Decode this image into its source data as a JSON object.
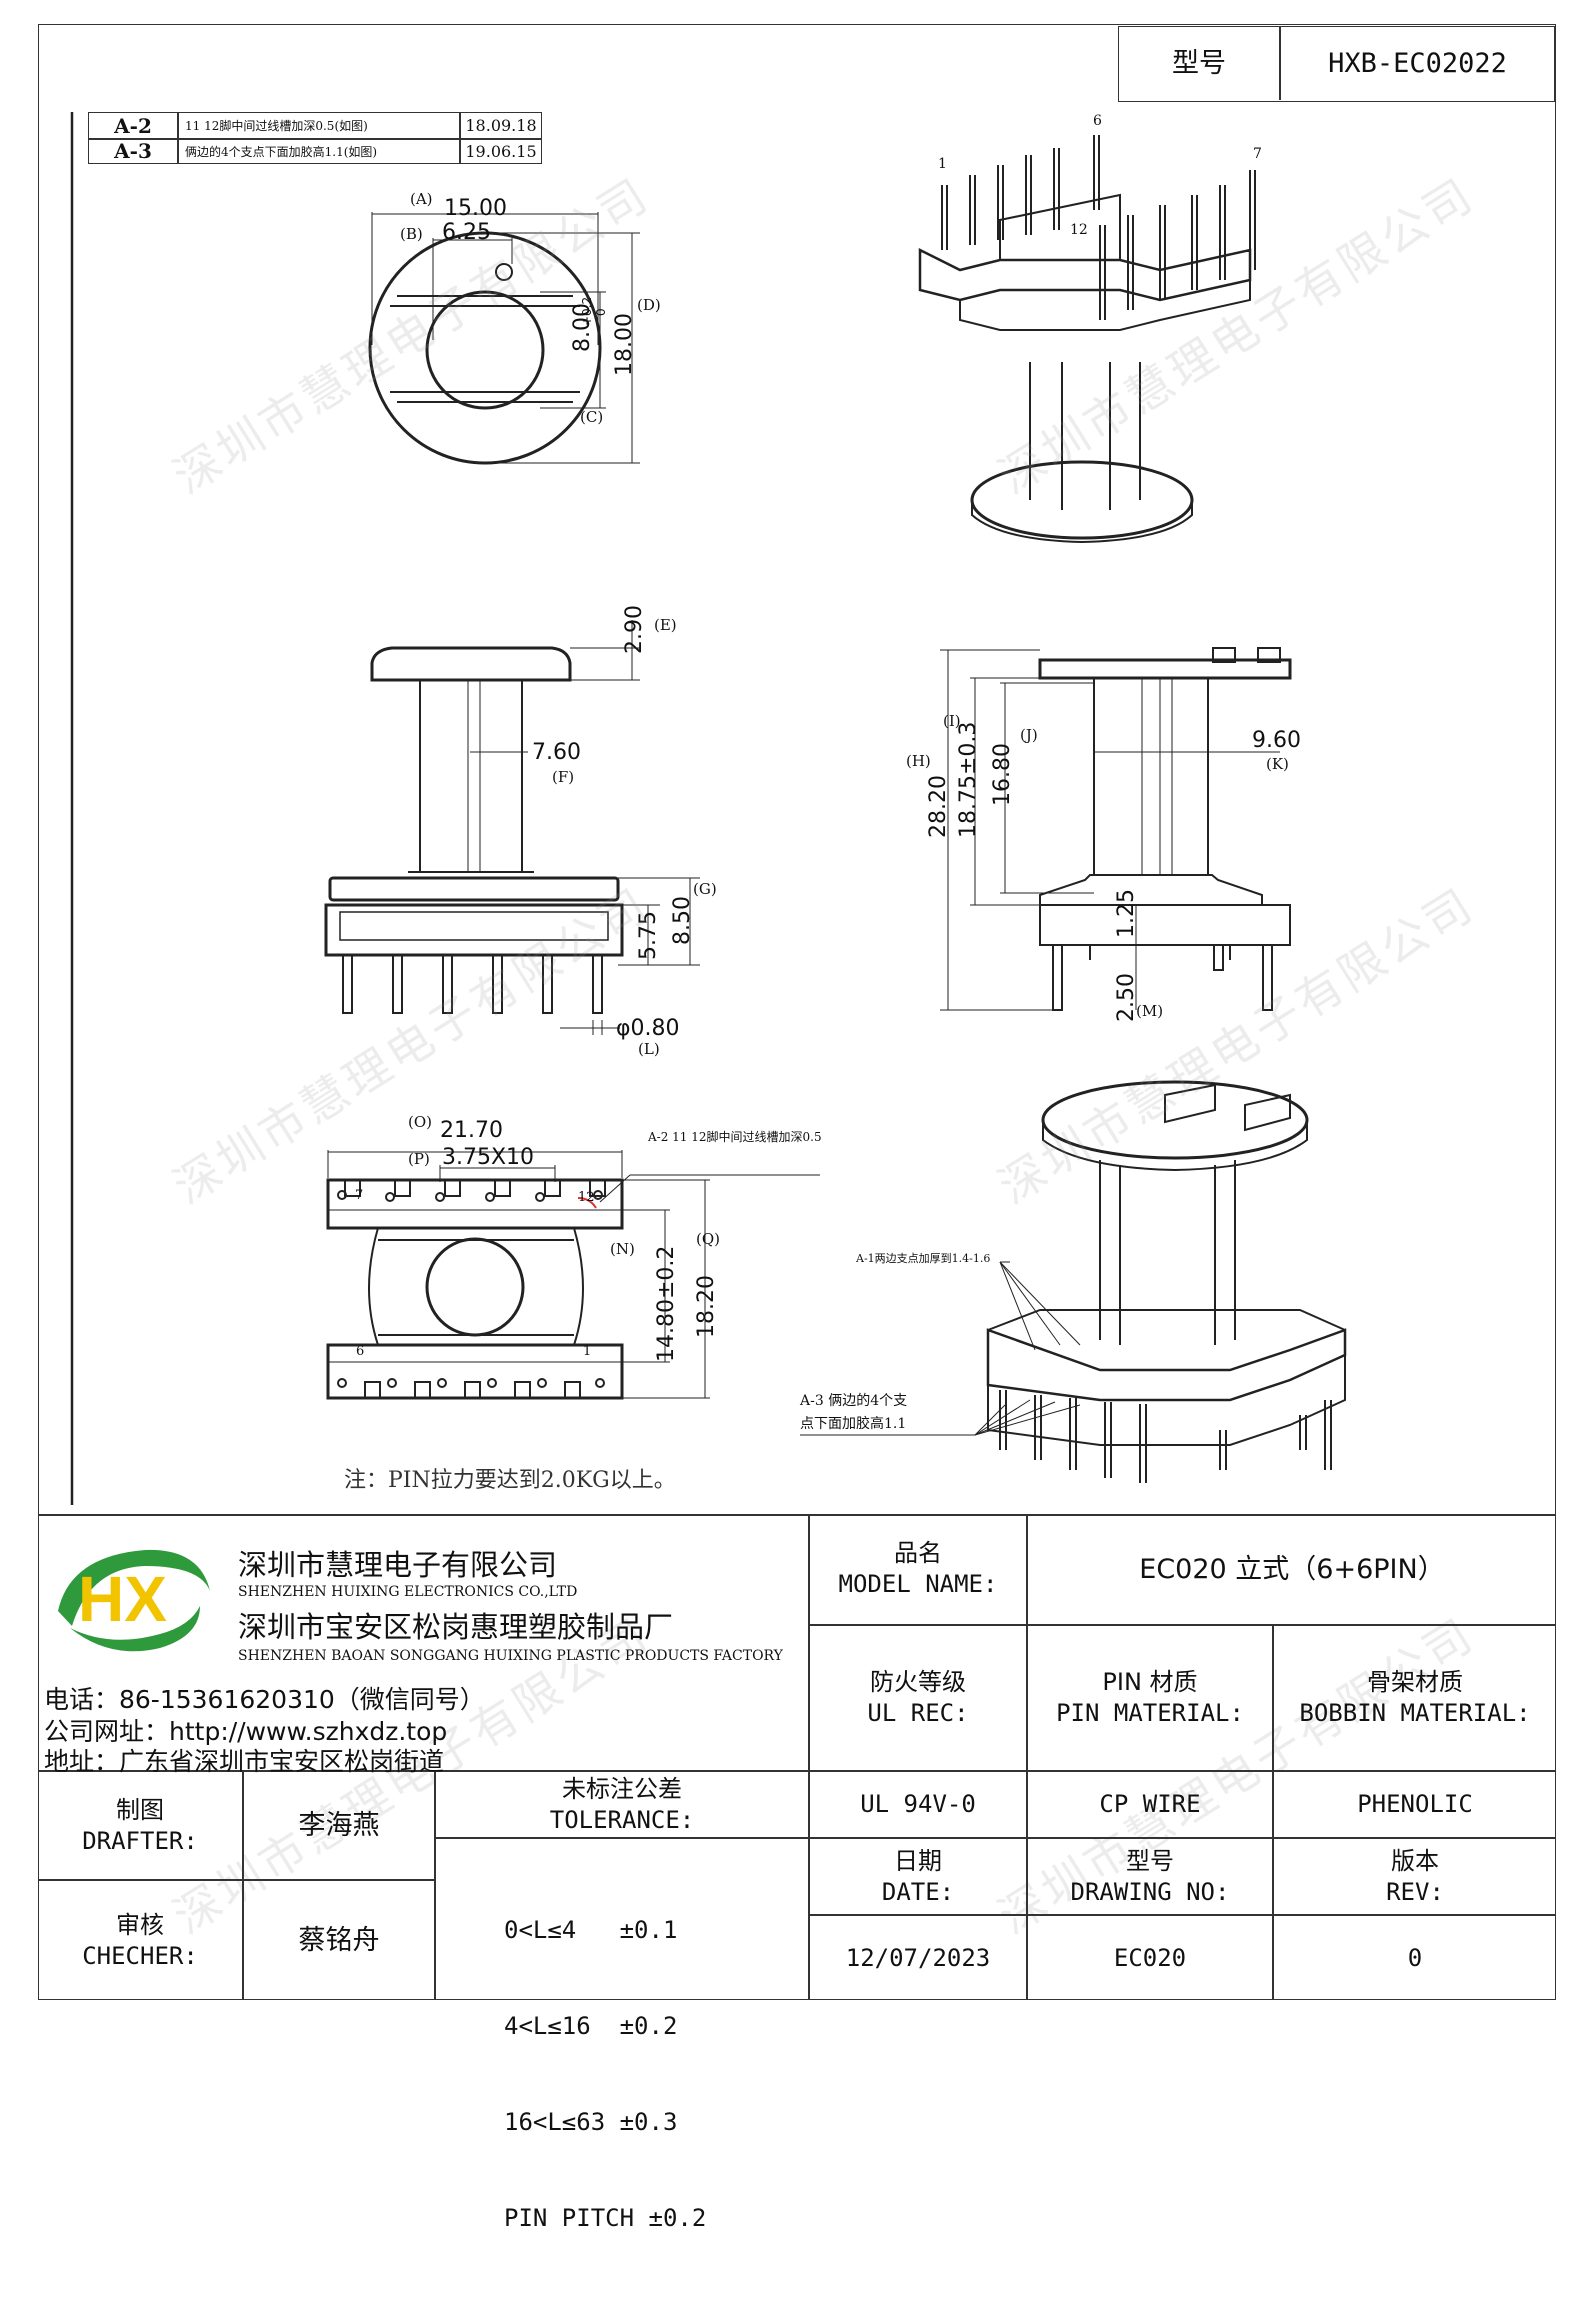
{
  "header": {
    "type_label": "型号",
    "type_value": "HXB-EC02022"
  },
  "revisions": [
    {
      "rev": "A-2",
      "desc": "11  12脚中间过线槽加深0.5(如图)",
      "date": "18.09.18"
    },
    {
      "rev": "A-3",
      "desc": "俩边的4个支点下面加胶高1.1(如图)",
      "date": "19.06.15"
    }
  ],
  "dimensions": {
    "A_label": "(A)",
    "A": "15.00",
    "B_label": "(B)",
    "B": "6.25",
    "C_label": "(C)",
    "C": "8.00",
    "C_tol_upper": "+0.2",
    "C_tol_lower": "0",
    "D_label": "(D)",
    "D": "18.00",
    "E_label": "(E)",
    "E": "2.90",
    "F_label": "(F)",
    "F": "7.60",
    "G_label": "(G)",
    "G": "8.50",
    "G2": "5.75",
    "L_label": "(L)",
    "L": "φ0.80",
    "H_label": "(H)",
    "H": "28.20",
    "I_label": "(I)",
    "I": "18.75±0.3",
    "J_label": "(J)",
    "J": "16.80",
    "K_label": "(K)",
    "K": "9.60",
    "M_label": "(M)",
    "M": "2.50",
    "M2": "1.25",
    "O_label": "(O)",
    "O": "21.70",
    "P_label": "(P)",
    "P": "3.75X10",
    "N_label": "(N)",
    "N": "14.80±0.2",
    "Q_label": "(Q)",
    "Q": "18.20"
  },
  "pins": {
    "p1": "1",
    "p6": "6",
    "p7": "7",
    "p12": "12"
  },
  "notes": {
    "a2": "A-2 11  12脚中间过线槽加深0.5",
    "a1": "A-1两边支点加厚到1.4-1.6",
    "a3_line1": "A-3 俩边的4个支",
    "a3_line2": "点下面加胶高1.1",
    "main": "注：PIN拉力要达到2.0KG以上。"
  },
  "watermark": "深圳市慧理电子有限公司",
  "company": {
    "logo_text": "HX",
    "name_cn": "深圳市慧理电子有限公司",
    "name_en": "SHENZHEN HUIXING ELECTRONICS CO.,LTD",
    "factory_cn": "深圳市宝安区松岗惠理塑胶制品厂",
    "factory_en": "SHENZHEN BAOAN SONGGANG HUIXING PLASTIC PRODUCTS FACTORY",
    "phone": "电话：86-15361620310（微信同号）",
    "website": "公司网址：http://www.szhxdz.top",
    "address": "地址：广东省深圳市宝安区松岗街道"
  },
  "title_block": {
    "model_cn": "品名",
    "model_en": "MODEL NAME:",
    "model_value": "EC020 立式（6+6PIN）",
    "ul_cn": "防火等级",
    "ul_en": "UL REC:",
    "pin_mat_cn": "PIN 材质",
    "pin_mat_en": "PIN MATERIAL:",
    "bobbin_cn": "骨架材质",
    "bobbin_en": "BOBBIN MATERIAL:",
    "ul_value": "UL 94V-0",
    "pin_value": "CP WIRE",
    "bobbin_value": "PHENOLIC",
    "drafter_cn": "制图",
    "drafter_en": "DRAFTER:",
    "drafter_name": "李海燕",
    "checker_cn": "审核",
    "checker_en": "CHECHER:",
    "checker_name": "蔡铭舟",
    "tol_cn": "未标注公差",
    "tol_en": "TOLERANCE:",
    "tol_lines": [
      "0<L≤4   ±0.1",
      "4<L≤16  ±0.2",
      "16<L≤63 ±0.3",
      "PIN PITCH ±0.2"
    ],
    "date_cn": "日期",
    "date_en": "DATE:",
    "drawno_cn": "型号",
    "drawno_en": "DRAWING NO:",
    "rev_cn": "版本",
    "rev_en": "REV:",
    "date_value": "12/07/2023",
    "drawno_value": "EC020",
    "rev_value": "0"
  }
}
